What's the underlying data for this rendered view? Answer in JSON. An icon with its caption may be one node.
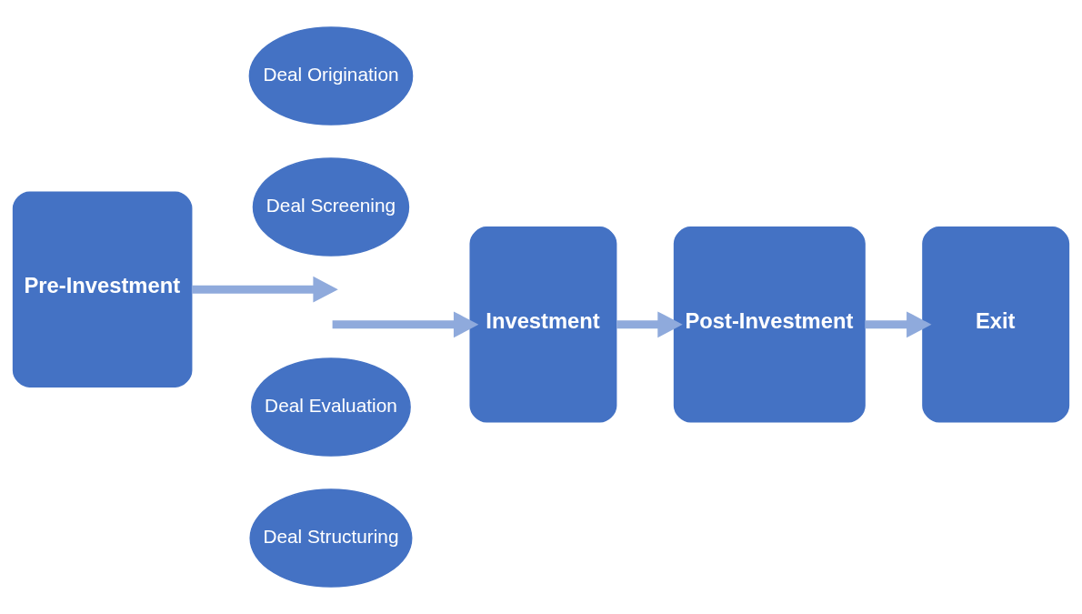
{
  "diagram": {
    "nodes": [
      {
        "text": [
          "Pre-Investment"
        ]
      },
      {
        "text": [
          "Deal Origination"
        ]
      },
      {
        "text": [
          "Deal Screening"
        ]
      },
      {
        "text": [
          "Deal Evaluation"
        ]
      },
      {
        "text": [
          "Deal Structuring"
        ]
      },
      {
        "text": [
          "Investment"
        ]
      },
      {
        "text": [
          "Post-Investment"
        ]
      },
      {
        "text": [
          "Exit"
        ]
      }
    ],
    "edges": [
      {
        "from": 0,
        "to": null,
        "arrow": "to"
      },
      {
        "from": null,
        "to": 5,
        "arrow": "to"
      },
      {
        "from": 5,
        "to": 6,
        "arrow": "to"
      },
      {
        "from": 6,
        "to": 7,
        "arrow": "to"
      }
    ]
  }
}
